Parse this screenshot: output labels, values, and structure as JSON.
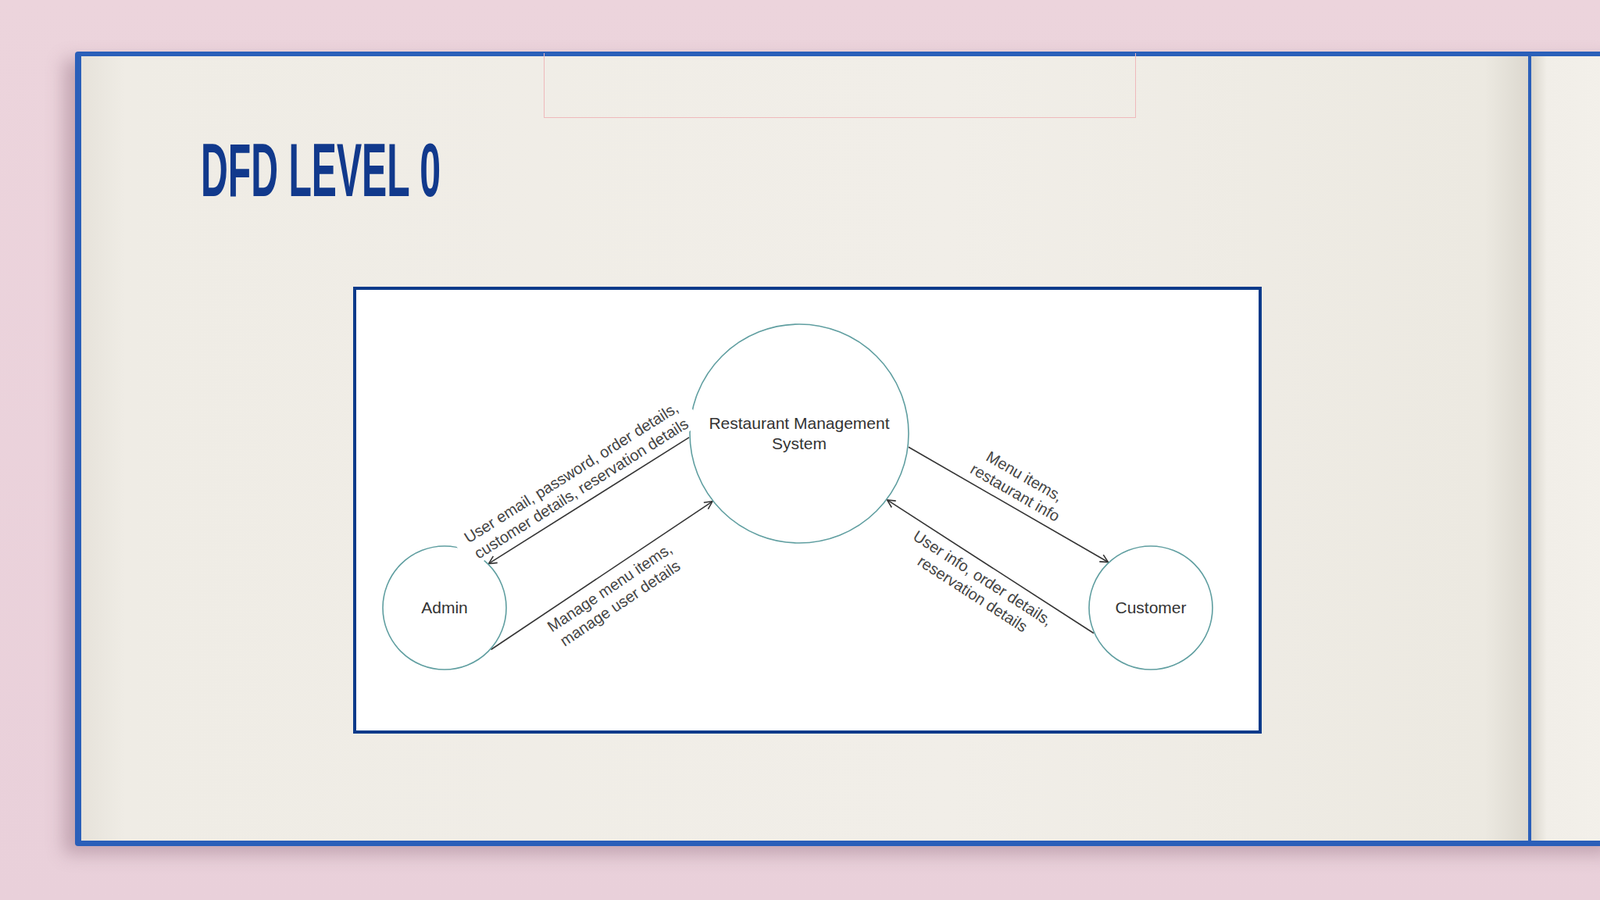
{
  "diagram": {
    "title": "DFD LEVEL 0",
    "nodes": [
      {
        "text": [
          "Restaurant Management System"
        ]
      },
      {
        "text": [
          "Admin"
        ]
      },
      {
        "text": [
          "Customer"
        ]
      }
    ],
    "edges": [
      {
        "from": 0,
        "to": 1,
        "label": "User email, password, order details, customer details, reservation details",
        "arrow": "to"
      },
      {
        "from": 1,
        "to": 0,
        "label": "Manage menu items, manage user details",
        "arrow": "to"
      },
      {
        "from": 0,
        "to": 2,
        "label": "Menu items, restaurant info",
        "arrow": "to"
      },
      {
        "from": 2,
        "to": 0,
        "label": "User info, order details, reservation details",
        "arrow": "to"
      }
    ]
  }
}
